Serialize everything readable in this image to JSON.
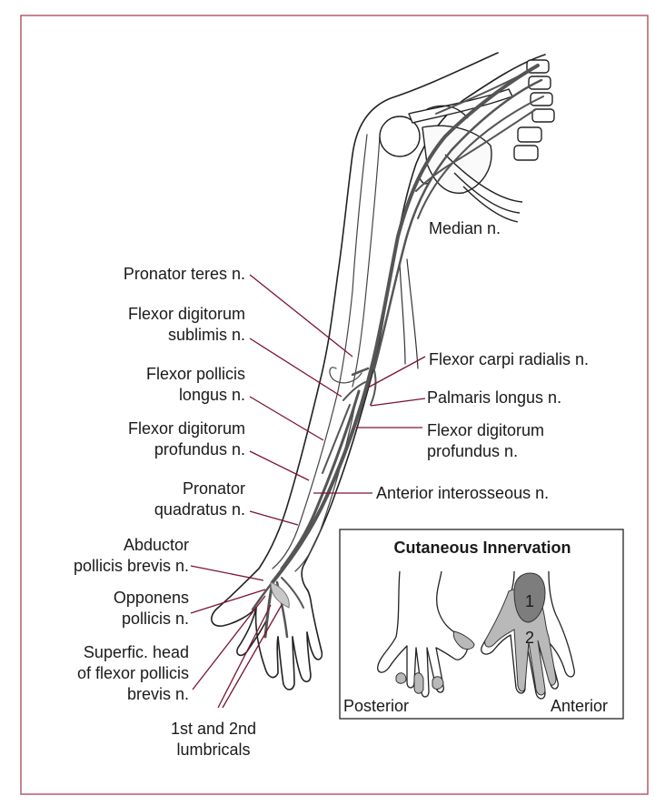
{
  "labels": {
    "median": "Median n.",
    "pronator_teres": "Pronator teres n.",
    "fds": [
      "Flexor digitorum",
      "sublimis n."
    ],
    "fpl": [
      "Flexor pollicis",
      "longus n."
    ],
    "fdp_left": [
      "Flexor digitorum",
      "profundus n."
    ],
    "pronator_quadratus": [
      "Pronator",
      "quadratus n."
    ],
    "apb": [
      "Abductor",
      "pollicis brevis n."
    ],
    "opponens": [
      "Opponens",
      "pollicis n."
    ],
    "fpb": [
      "Superfic. head",
      "of flexor pollicis",
      "brevis n."
    ],
    "lumbricals": [
      "1st and 2nd",
      "lumbricals"
    ],
    "fcr": "Flexor carpi radialis n.",
    "palmaris": "Palmaris longus n.",
    "fdp_right": [
      "Flexor digitorum",
      "profundus n."
    ],
    "anterior_interosseous": "Anterior interosseous n."
  },
  "inset": {
    "title": "Cutaneous Innervation",
    "posterior": "Posterior",
    "anterior": "Anterior",
    "zone1": "1",
    "zone2": "2"
  },
  "colors": {
    "frame": "#b55a6a",
    "leader": "#7a1530",
    "nerve": "#555555",
    "zone1": "#7d7d7d",
    "zone2": "#b9b9b9"
  }
}
